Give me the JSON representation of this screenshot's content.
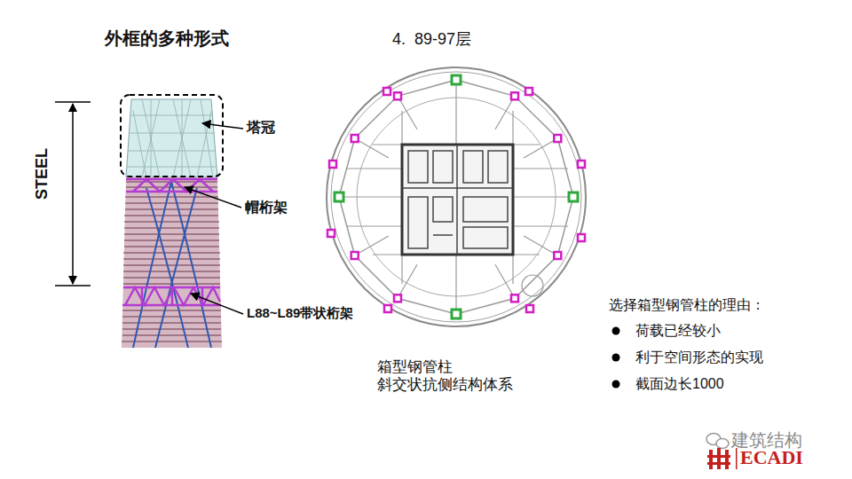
{
  "diagram": {
    "title": "外框的多种形式",
    "labels": [
      "4.  89-97层",
      "STEEL",
      "塔冠",
      "帽桁架",
      "L88~L89带状桁架",
      "箱型钢管柱 斜交状抗侧结构体系",
      "选择箱型钢管柱的理由：",
      "荷载已经较小",
      "利于空间形态的实现",
      "截面边长1000",
      "建筑结构",
      "ECADI"
    ]
  }
}
